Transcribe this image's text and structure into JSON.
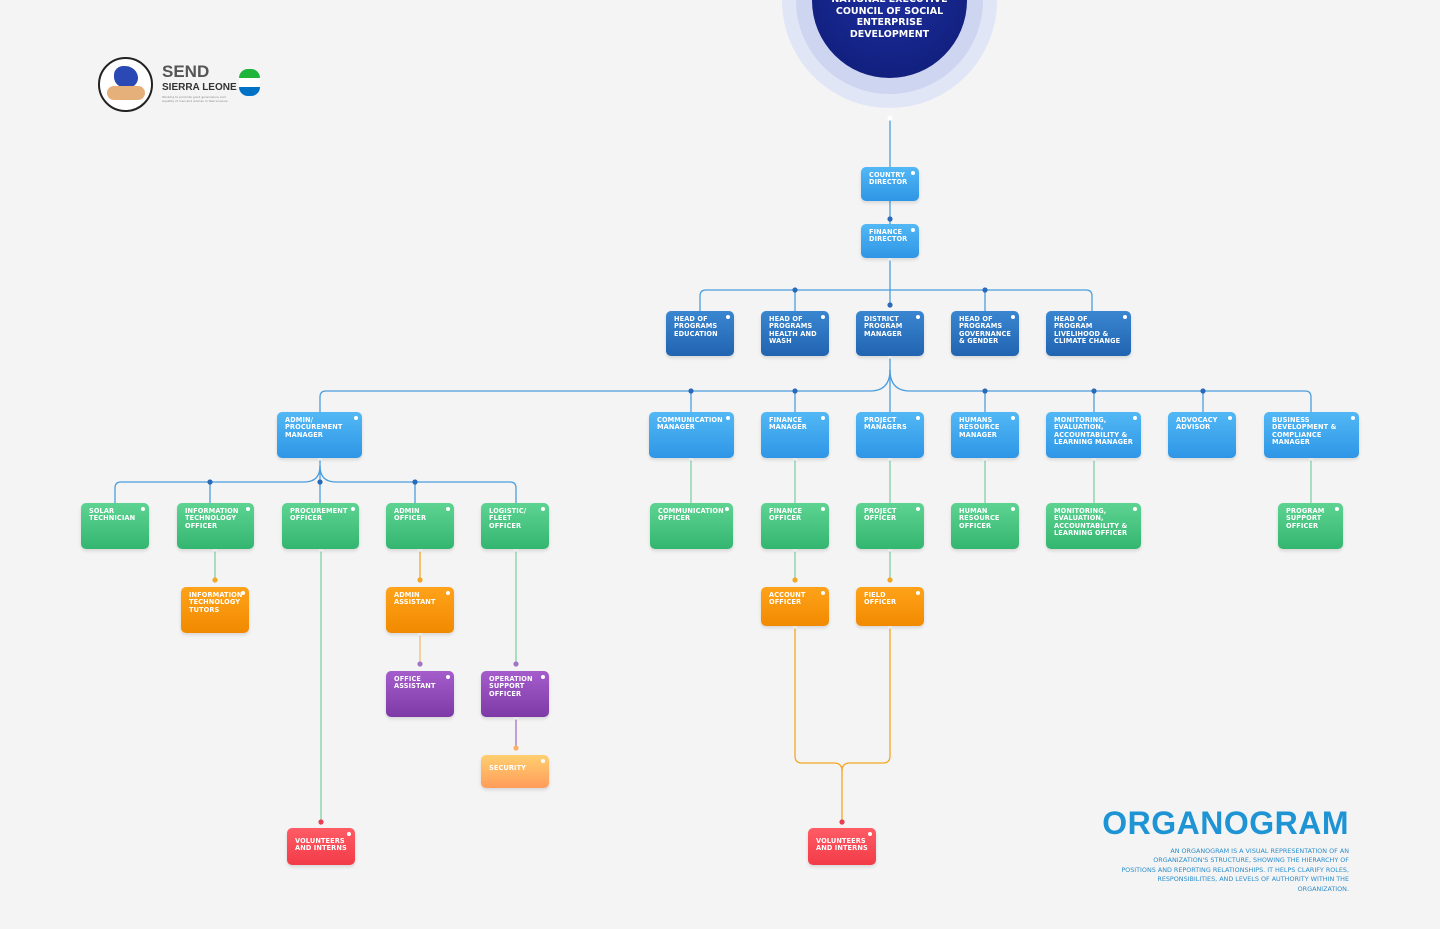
{
  "logo": {
    "name": "SEND",
    "country": "SIERRA LEONE",
    "tagline": "Working to promote good governance and equality of men and women in Sierra Leone",
    "flag_colors": [
      "#1eb53a",
      "#ffffff",
      "#0072c6"
    ]
  },
  "council": {
    "label": "NATIONAL EXECUTIVE COUNCIL OF SOCIAL ENTERPRISE DEVELOPMENT"
  },
  "title": "ORGANOGRAM",
  "description": "AN ORGANOGRAM IS A VISUAL REPRESENTATION OF AN ORGANIZATION'S STRUCTURE, SHOWING THE HIERARCHY OF POSITIONS AND REPORTING RELATIONSHIPS. IT HELPS CLARIFY ROLES, RESPONSIBILITIES, AND LEVELS OF AUTHORITY WITHIN THE ORGANIZATION.",
  "colors": {
    "council": "#0e1a74",
    "level1": "#2e96e6",
    "heads": "#2164b1",
    "managers": "#2e96e6",
    "officers": "#33b670",
    "assistants": "#f18a00",
    "support": "#7d3aa6",
    "security": "#ffb064",
    "volunteers": "#f23b48",
    "title": "#1e94d4"
  },
  "nodes": {
    "country_director": "COUNTRY DIRECTOR",
    "finance_director": "FINANCE DIRECTOR",
    "head_education": "HEAD OF PROGRAMS EDUCATION",
    "head_health": "HEAD OF PROGRAMS HEALTH AND WASH",
    "district_manager": "DISTRICT PROGRAM MANAGER",
    "head_governance": "HEAD OF PROGRAMS GOVERNANCE & GENDER",
    "head_livelihood": "HEAD OF PROGRAM LIVELIHOOD & CLIMATE CHANGE",
    "admin_proc_manager": "ADMIN/ PROCUREMENT MANAGER",
    "comm_manager": "COMMUNICATION MANAGER",
    "finance_manager": "FINANCE MANAGER",
    "project_managers": "PROJECT MANAGERS",
    "hr_manager": "HUMANS RESOURCE MANAGER",
    "meal_manager": "MONITORING, EVALUATION, ACCOUNTABILITY & LEARNING MANAGER",
    "advocacy_advisor": "ADVOCACY ADVISOR",
    "bd_manager": "BUSINESS DEVELOPMENT & COMPLIANCE MANAGER",
    "solar_tech": "SOLAR TECHNICIAN",
    "it_officer": "INFORMATION TECHNOLOGY OFFICER",
    "procurement_officer": "PROCUREMENT OFFICER",
    "admin_officer": "ADMIN OFFICER",
    "logistic_officer": "LOGISTIC/ FLEET OFFICER",
    "comm_officer": "COMMUNICATION OFFICER",
    "finance_officer": "FINANCE OFFICER",
    "project_officer": "PROJECT OFFICER",
    "hr_officer": "HUMAN RESOURCE OFFICER",
    "meal_officer": "MONITORING, EVALUATION, ACCOUNTABILITY & LEARNING OFFICER",
    "program_support": "PROGRAM SUPPORT OFFICER",
    "it_tutors": "INFORMATION TECHNOLOGY TUTORS",
    "admin_assistant": "ADMIN ASSISTANT",
    "account_officer": "ACCOUNT OFFICER",
    "field_officer": "FIELD OFFICER",
    "office_assistant": "OFFICE ASSISTANT",
    "operation_support": "OPERATION SUPPORT OFFICER",
    "security": "SECURITY",
    "volunteers_left": "VOLUNTEERS AND INTERNS",
    "volunteers_right": "VOLUNTEERS AND INTERNS"
  }
}
